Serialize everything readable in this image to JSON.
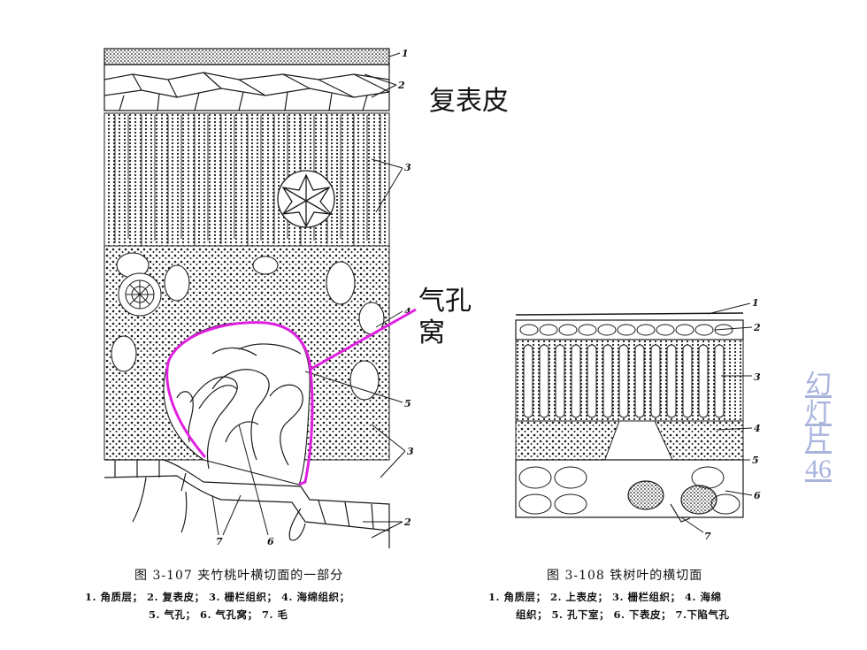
{
  "labels": {
    "fu_biao_pi": "复表皮",
    "qi_kong": "气孔",
    "wo": "窝",
    "slide_link": [
      "幻",
      "灯",
      "片",
      "46"
    ]
  },
  "figure_left": {
    "caption": "图 3-107   夹竹桃叶横切面的一部分",
    "legend_line1": "1. 角质层；  2. 复表皮；  3. 栅栏组织；  4. 海绵组织；",
    "legend_line2": "5. 气孔；  6. 气孔窝；  7. 毛",
    "callouts": [
      "1",
      "2",
      "3",
      "4",
      "5",
      "3",
      "2",
      "7",
      "6"
    ]
  },
  "figure_right": {
    "caption": "图 3-108   铁树叶的横切面",
    "legend_line1": "1. 角质层；  2. 上表皮；  3. 栅栏组织；  4. 海绵",
    "legend_line2": "组织；  5. 孔下室；  6. 下表皮；  7.下陷气孔",
    "callouts": [
      "1",
      "2",
      "3",
      "4",
      "5",
      "6",
      "7"
    ]
  },
  "colors": {
    "highlight": "#e020e0",
    "ink": "#1a1a1a",
    "link": "#a9b4dd"
  }
}
